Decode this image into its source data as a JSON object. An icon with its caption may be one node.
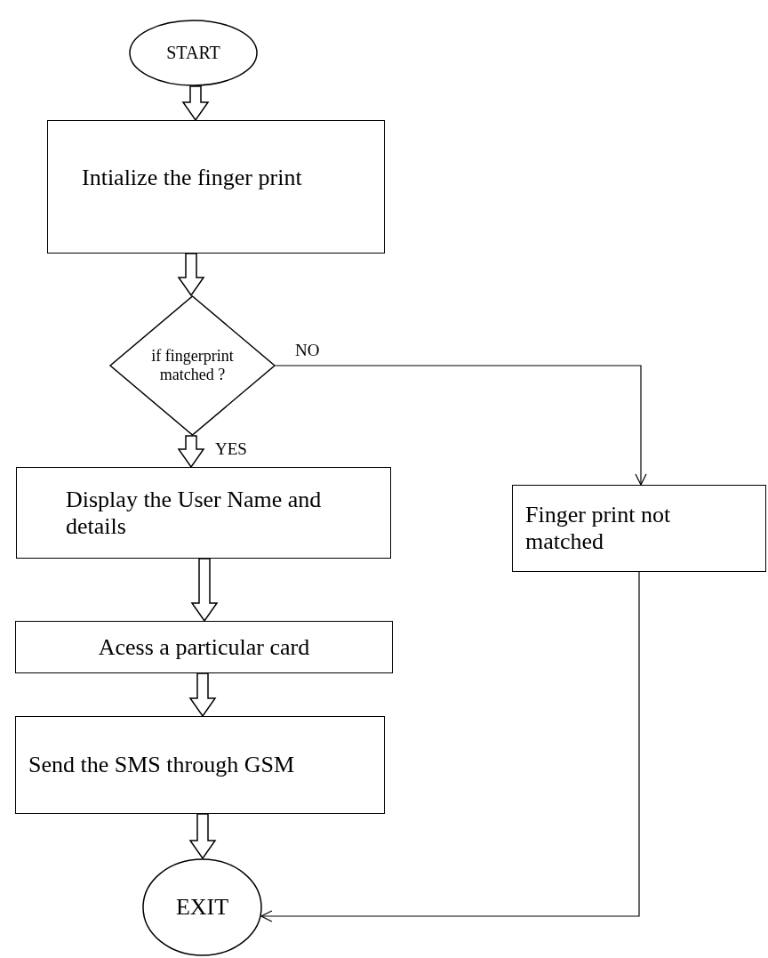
{
  "diagram": {
    "nodes": [
      {
        "text": [
          "START"
        ]
      },
      {
        "text": [
          "Intialize the finger print"
        ]
      },
      {
        "text": [
          "if fingerprint matched ?"
        ]
      },
      {
        "text": [
          "Display the User Name and details"
        ]
      },
      {
        "text": [
          "Finger print not matched"
        ]
      },
      {
        "text": [
          "Acess a particular card"
        ]
      },
      {
        "text": [
          "Send the SMS through GSM"
        ]
      },
      {
        "text": [
          "EXIT"
        ]
      }
    ],
    "edges": [
      {
        "from": 0,
        "to": 1,
        "arrow": "to",
        "style": "thick"
      },
      {
        "from": 1,
        "to": 2,
        "arrow": "to",
        "style": "thick"
      },
      {
        "from": 2,
        "to": 3,
        "arrow": "to",
        "style": "thick",
        "label": "YES"
      },
      {
        "from": 2,
        "to": 4,
        "arrow": "to",
        "label": "NO"
      },
      {
        "from": 3,
        "to": 5,
        "arrow": "to",
        "style": "thick"
      },
      {
        "from": 5,
        "to": 6,
        "arrow": "to",
        "style": "thick"
      },
      {
        "from": 6,
        "to": 7,
        "arrow": "to",
        "style": "thick"
      },
      {
        "from": 4,
        "to": 7,
        "arrow": "to"
      }
    ]
  }
}
